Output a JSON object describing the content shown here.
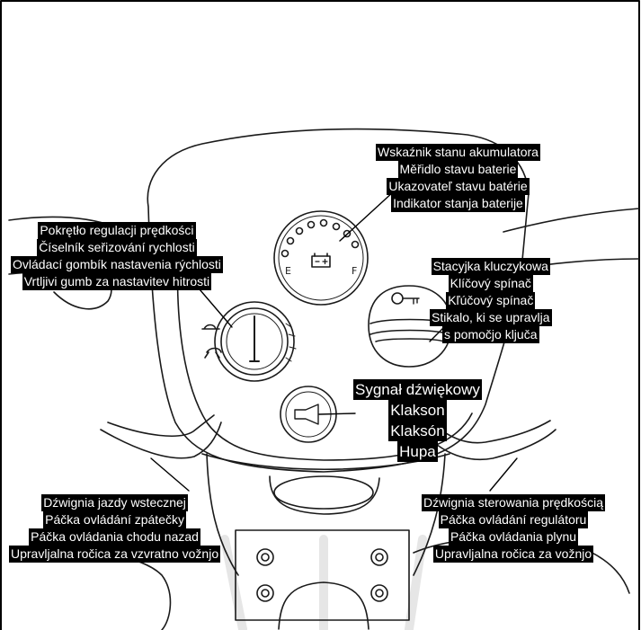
{
  "labels": {
    "battery": [
      "Wskaźnik stanu akumulatora",
      "Měřidlo stavu baterie",
      "Ukazovateľ stavu batérie",
      "Indikator stanja baterije"
    ],
    "speed_knob": [
      "Pokrętło regulacji prędkości",
      "Číselník seřizování rychlosti",
      "Ovládací gombík nastavenia rýchlosti",
      "Vrtljivi gumb za nastavitev hitrosti"
    ],
    "key_switch": [
      "Stacyjka kluczykowa",
      "Klíčový spínač",
      "Kľúčový spínač",
      "Stikalo, ki se upravlja",
      "s pomočjo ključa"
    ],
    "horn": [
      "Sygnał dźwiękowy",
      "Klakson",
      "Klaksón",
      "Hupa"
    ],
    "reverse_lever": [
      "Dźwignia jazdy wstecznej",
      "Páčka ovládání zpátečky",
      "Páčka ovládania chodu nazad",
      "Upravljalna ročica za vzvratno vožnjo"
    ],
    "throttle_lever": [
      "Dźwignia sterowania prędkością",
      "Páčka ovládání regulátoru",
      "Páčka ovládania plynu",
      "Upravljalna ročica za vožnjo"
    ]
  },
  "gauge_marks": {
    "empty": "E",
    "full": "F"
  },
  "colors": {
    "line": "#1a1a1a",
    "label_bg": "#000000",
    "label_fg": "#ffffff",
    "frame": "#000000"
  }
}
